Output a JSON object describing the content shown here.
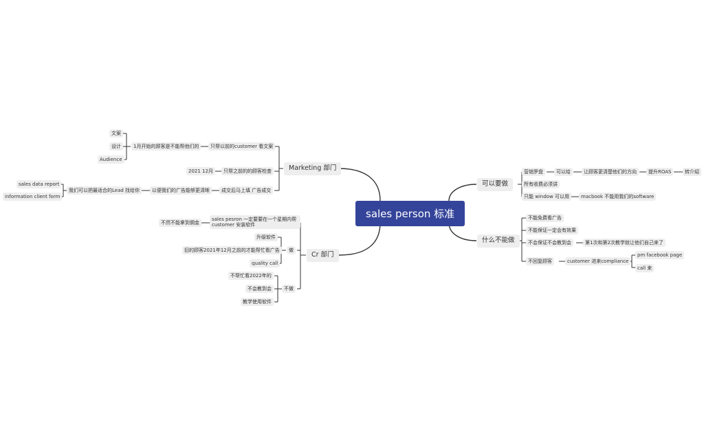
{
  "colors": {
    "center_bg": "#34449a",
    "node_bg": "#eeeeee",
    "line": "#333333"
  },
  "mindmap": {
    "central": "sales person 标准",
    "marketing": {
      "label": "Marketing 部门",
      "copy_by_customer": "只帮以前的customer 看文案",
      "jan_customers": "1月开始的顾客是不能帮他们的",
      "items": [
        "文案",
        "设计",
        "Audience"
      ],
      "dec_2021": "2021 12月",
      "check_before": "只帮之前的的顾客检查",
      "closing": "成交后马上填 广告成交",
      "ads_clear": "以便我们的广告能够更清晰",
      "lead_find": "我们可以把最适合的Lead 找给你",
      "sales_report": "sales data report",
      "client_form": "information client form"
    },
    "cr": {
      "label": "Cr 部门",
      "install_line1": "sales pesron 一定要要在一个星期内帮",
      "install_line2": "customer 安装软件",
      "no_commission": "不然不能拿到佣金",
      "do": "做",
      "upgrade": "升级软件",
      "old_customers": "旧的顾客2021年12月之前的才能帮忙看广告",
      "quality_call": "quality call",
      "dont_do": "不做",
      "no_help_2022": "不帮忙看2022年的",
      "no_meeting": "不会教到会",
      "teach_software": "教学使用软件"
    },
    "can_do": {
      "label": "可以要做",
      "marketing_ideas": "营销罗盘",
      "can_give": "可以给",
      "customer_direction": "让顾客更清楚他们的方向",
      "roas": "提升ROAS",
      "referral": "转介绍",
      "fees": "所有收费必须讲",
      "window_only": "只能 window 可以用",
      "macbook": "macbook 不能用我们的software"
    },
    "cannot_do": {
      "label": "什么不能做",
      "no_free_ads": "不能免费看广告",
      "no_guarantee": "不能保证一定会有效果",
      "no_guarantee_meeting": "不会保证不会教到会",
      "first_second": "第1次和第2次教学就让他们自己来了",
      "no_reply": "不回复顾客",
      "compliance": "customer 进来compliance",
      "pm_fb": "pm facebook page",
      "call_in": "call 来"
    }
  }
}
